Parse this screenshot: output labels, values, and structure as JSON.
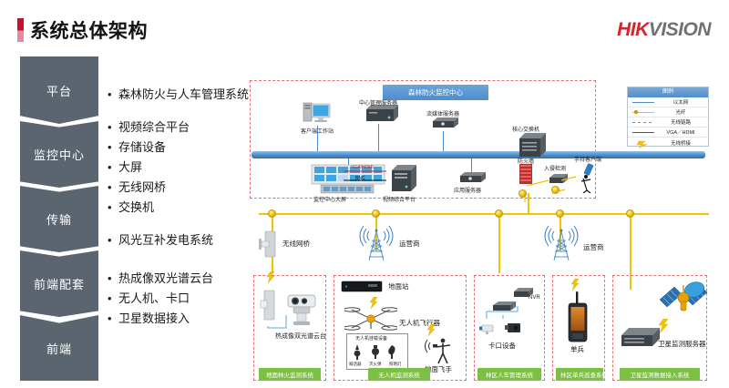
{
  "header": {
    "title": "系统总体架构",
    "brand_hik": "HIK",
    "brand_vision": "VISION",
    "accent_color": "#c8102e",
    "brand_red": "#d7232b",
    "brand_gray": "#6f7274"
  },
  "sidebar": {
    "items": [
      {
        "label": "平台"
      },
      {
        "label": "监控中心"
      },
      {
        "label": "传输"
      },
      {
        "label": "前端配套"
      },
      {
        "label": "前端"
      }
    ],
    "fill_color": "#5b6570"
  },
  "bullets": [
    {
      "dot": "•",
      "text": "森林防火与人车管理系统"
    },
    {
      "dot": "•",
      "text": "视频综合平台"
    },
    {
      "dot": "•",
      "text": "存储设备"
    },
    {
      "dot": "•",
      "text": "大屏"
    },
    {
      "dot": "•",
      "text": "无线网桥"
    },
    {
      "dot": "•",
      "text": "交换机"
    },
    {
      "dot": "•",
      "text": "风光互补发电系统"
    },
    {
      "dot": "•",
      "text": "热成像双光谱云台"
    },
    {
      "dot": "•",
      "text": "无人机、卡口"
    },
    {
      "dot": "•",
      "text": "卫星数据接入"
    }
  ],
  "diagram": {
    "center_banner": "森林防火监控中心",
    "legend": {
      "title": "图例",
      "rows": [
        {
          "label": "以太网",
          "style": "solid-blue",
          "color": "#4a8ccb"
        },
        {
          "label": "光纤",
          "style": "dot-yellow",
          "color": "#f2c300"
        },
        {
          "label": "无线链路",
          "style": "dashed-gray",
          "color": "#8a8a8a"
        },
        {
          "label": "VGA／HDMI",
          "style": "solid-red",
          "color": "#cf2026"
        },
        {
          "label": "无线桥接",
          "style": "bolt-yellow",
          "color": "#f2c300"
        }
      ]
    },
    "center_devices": [
      {
        "name": "客户端工作站"
      },
      {
        "name": "中心管理服务器"
      },
      {
        "name": "流媒体服务器"
      },
      {
        "name": "核心交换机"
      },
      {
        "name": "应用服务器"
      },
      {
        "name": "防火墙"
      },
      {
        "name": "入侵检测"
      },
      {
        "name": "手持客户端"
      },
      {
        "name": "监控中心大屏"
      },
      {
        "name": "视频综合平台"
      }
    ],
    "center_link_labels": [
      {
        "text": "VGA/HDMI",
        "color": "#cf2026"
      },
      {
        "text": "BNC",
        "color": "#111111"
      }
    ],
    "transmission": [
      {
        "label": "无线网桥"
      },
      {
        "label": "运营商"
      },
      {
        "label": "运营商"
      }
    ],
    "front_panels": [
      {
        "tag": "地面林火监测系统",
        "devices": [
          {
            "name": "热成像双光谱云台"
          }
        ]
      },
      {
        "tag": "无人机监测系统",
        "devices": [
          {
            "name": "地面站"
          },
          {
            "name": "无人机飞行器"
          },
          {
            "name": "地面飞手"
          },
          {
            "name": "无人机挂载设备"
          }
        ],
        "payloads": [
          {
            "name": "喊话器"
          },
          {
            "name": "灭火弹"
          },
          {
            "name": "照明灯"
          }
        ]
      },
      {
        "tag": "林区人车管理系统",
        "devices": [
          {
            "name": "卡口设备"
          },
          {
            "name": "NVR"
          }
        ]
      },
      {
        "tag": "林区单兵巡查系统",
        "devices": [
          {
            "name": "单兵"
          }
        ]
      },
      {
        "tag": "卫星监测数据接入系统",
        "devices": [
          {
            "name": "卫星监测服务器"
          }
        ]
      }
    ]
  }
}
